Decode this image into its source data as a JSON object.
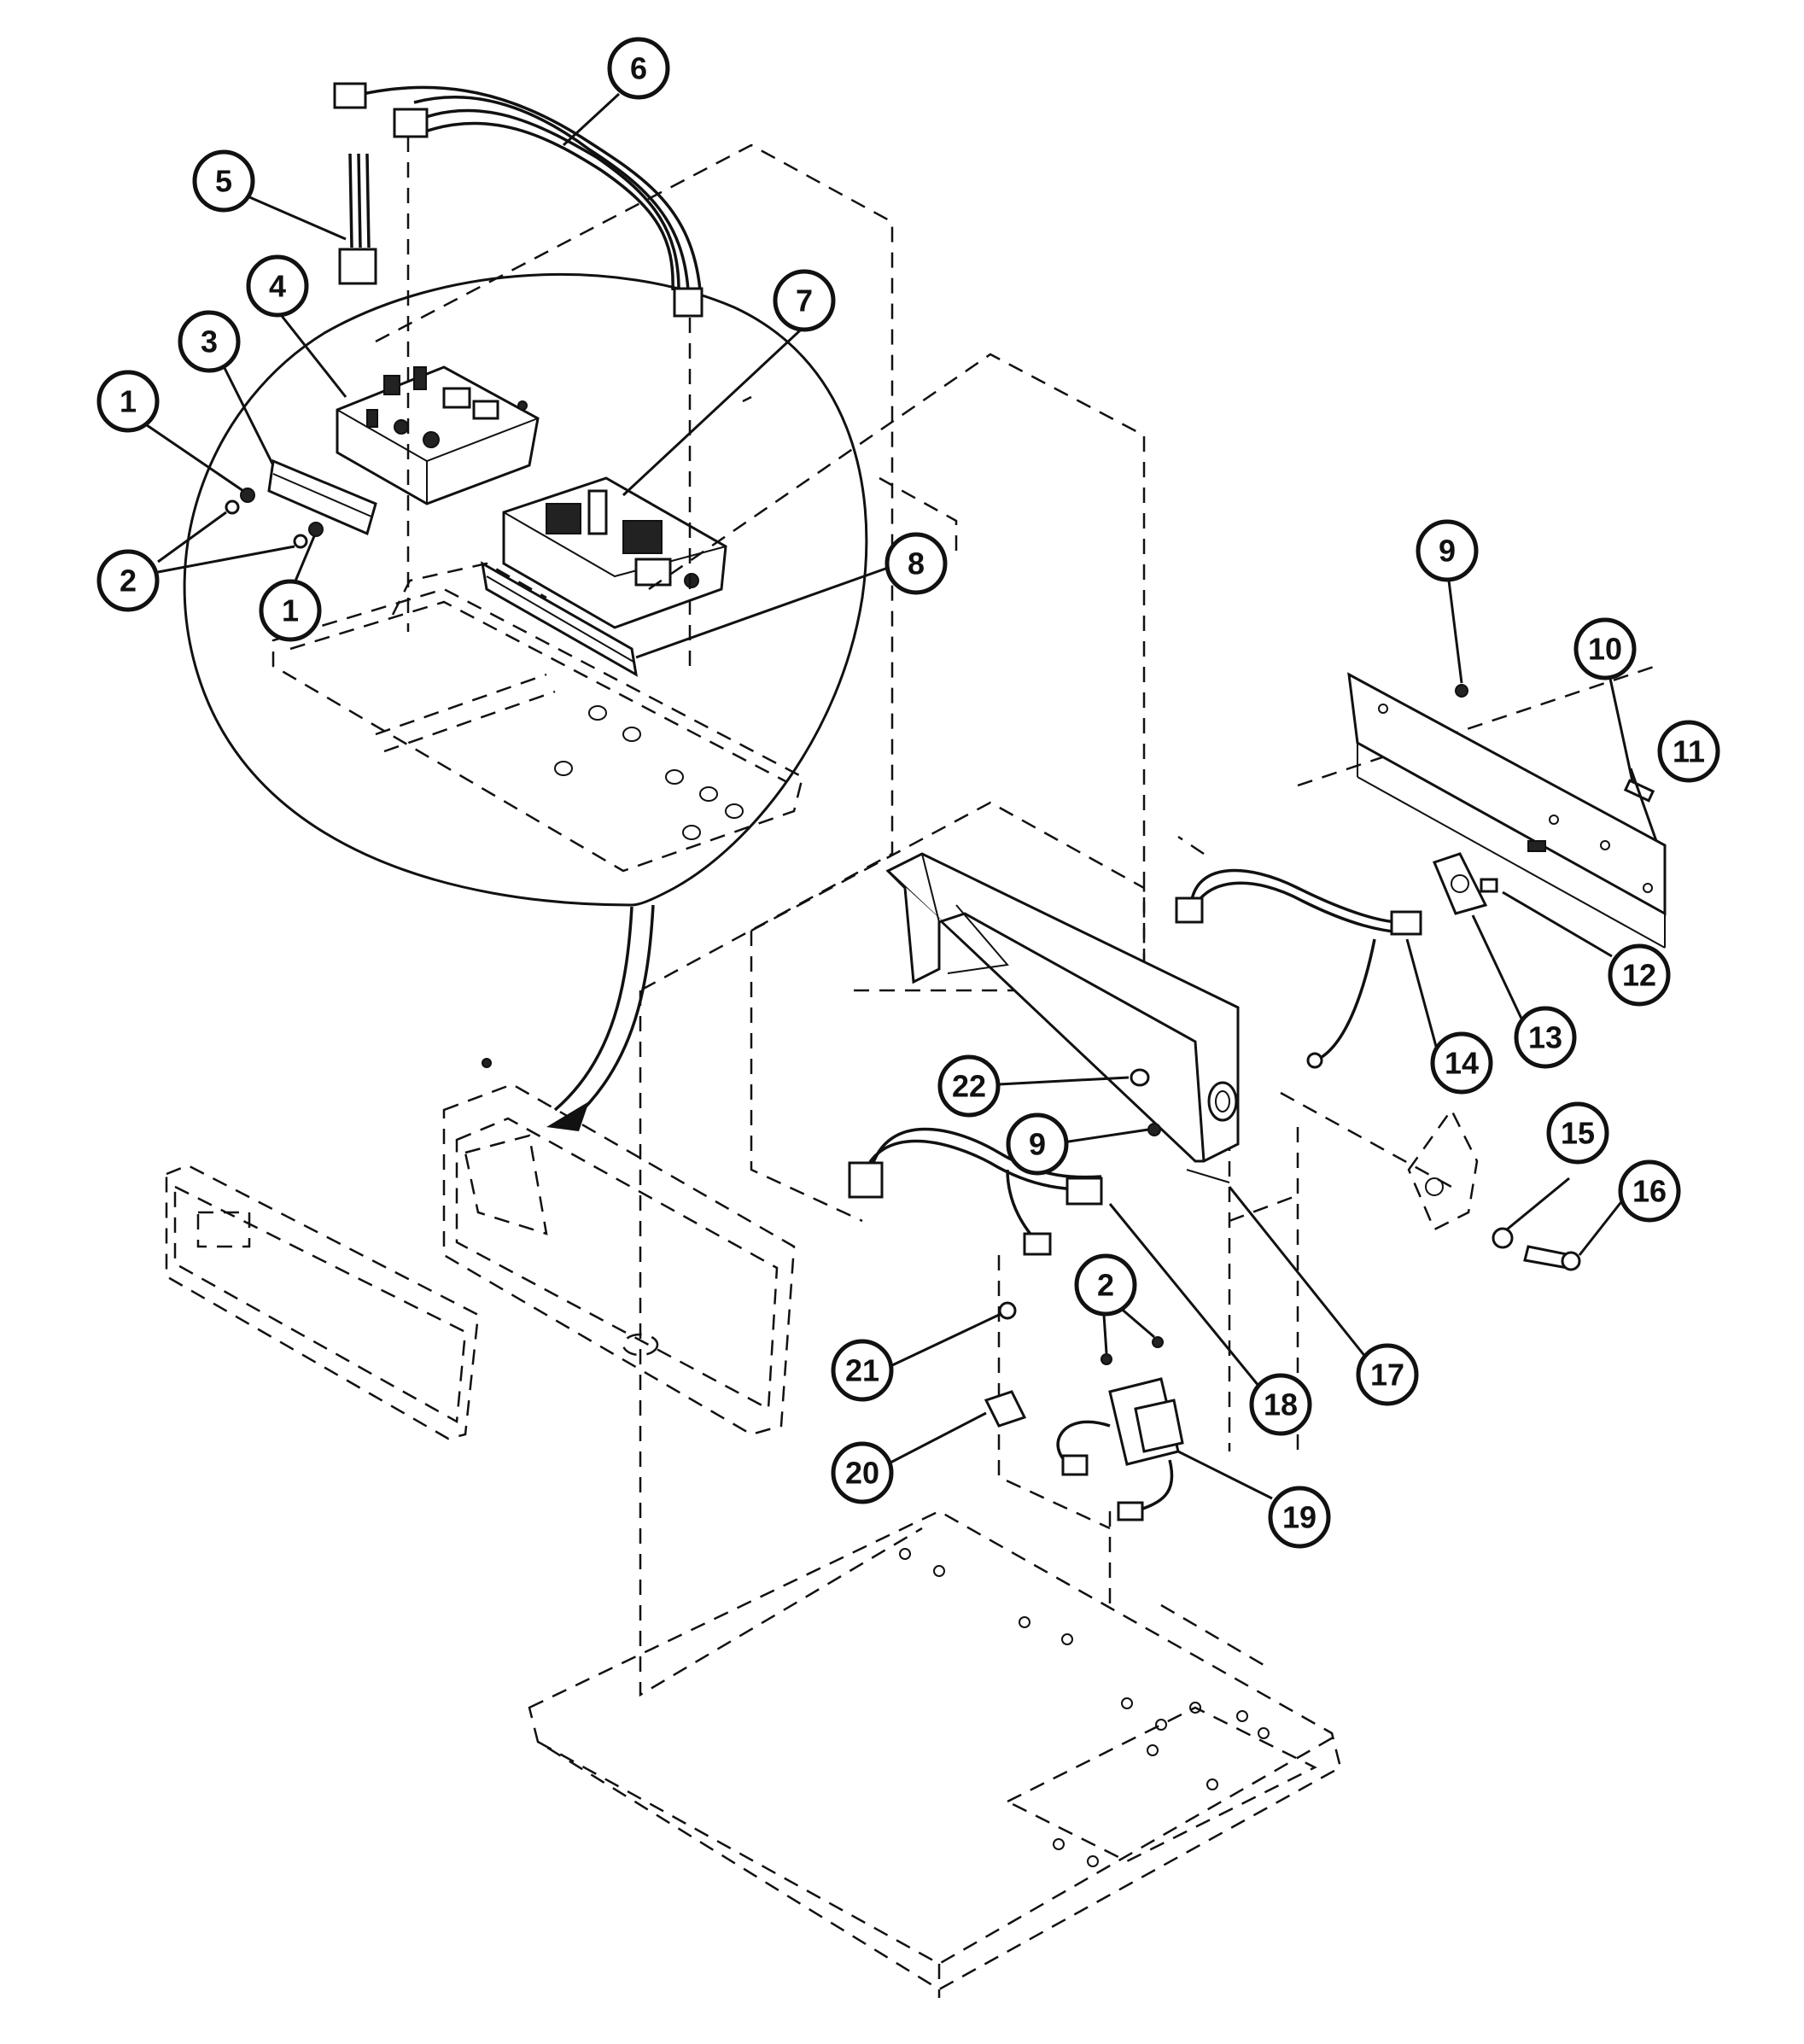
{
  "callouts": [
    {
      "id": "c1a",
      "label": "1"
    },
    {
      "id": "c1b",
      "label": "1"
    },
    {
      "id": "c2a",
      "label": "2"
    },
    {
      "id": "c2b",
      "label": "2"
    },
    {
      "id": "c3",
      "label": "3"
    },
    {
      "id": "c4",
      "label": "4"
    },
    {
      "id": "c5",
      "label": "5"
    },
    {
      "id": "c6",
      "label": "6"
    },
    {
      "id": "c7",
      "label": "7"
    },
    {
      "id": "c8",
      "label": "8"
    },
    {
      "id": "c9a",
      "label": "9"
    },
    {
      "id": "c9b",
      "label": "9"
    },
    {
      "id": "c10",
      "label": "10"
    },
    {
      "id": "c11",
      "label": "11"
    },
    {
      "id": "c12",
      "label": "12"
    },
    {
      "id": "c13",
      "label": "13"
    },
    {
      "id": "c14",
      "label": "14"
    },
    {
      "id": "c15",
      "label": "15"
    },
    {
      "id": "c16",
      "label": "16"
    },
    {
      "id": "c17",
      "label": "17"
    },
    {
      "id": "c18",
      "label": "18"
    },
    {
      "id": "c19",
      "label": "19"
    },
    {
      "id": "c20",
      "label": "20"
    },
    {
      "id": "c21",
      "label": "21"
    },
    {
      "id": "c22",
      "label": "22"
    }
  ]
}
